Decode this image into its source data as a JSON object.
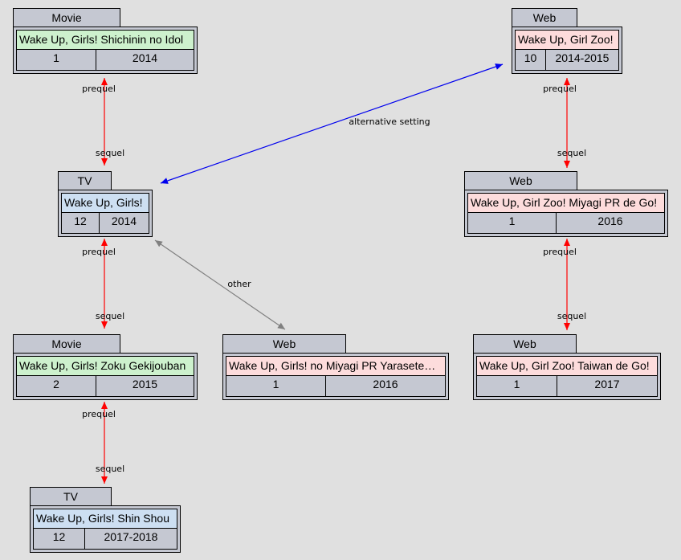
{
  "nodes": {
    "n1": {
      "type": "Movie",
      "title": "Wake Up, Girls! Shichinin no Idol",
      "episodes": "1",
      "year": "2014",
      "color": "#cdf1cd"
    },
    "n2": {
      "type": "Web",
      "title": "Wake Up, Girl Zoo!",
      "episodes": "10",
      "year": "2014-2015",
      "color": "#fddcdc"
    },
    "n3": {
      "type": "TV",
      "title": "Wake Up, Girls!",
      "episodes": "12",
      "year": "2014",
      "color": "#cddff2"
    },
    "n4": {
      "type": "Web",
      "title": "Wake Up, Girl Zoo! Miyagi PR de Go!",
      "episodes": "1",
      "year": "2016",
      "color": "#fddcdc"
    },
    "n5": {
      "type": "Movie",
      "title": "Wake Up, Girls! Zoku Gekijouban",
      "episodes": "2",
      "year": "2015",
      "color": "#cdf1cd"
    },
    "n6": {
      "type": "Web",
      "title": "Wake Up, Girls! no Miyagi PR Yarasete…",
      "episodes": "1",
      "year": "2016",
      "color": "#fddcdc"
    },
    "n7": {
      "type": "Web",
      "title": "Wake Up, Girl Zoo! Taiwan de Go!",
      "episodes": "1",
      "year": "2017",
      "color": "#fddcdc"
    },
    "n8": {
      "type": "TV",
      "title": "Wake Up, Girls! Shin Shou",
      "episodes": "12",
      "year": "2017-2018",
      "color": "#cddff2"
    }
  },
  "edges": [
    {
      "id": "e1",
      "from": "n1",
      "to": "n3",
      "label_from": "prequel",
      "label_to": "sequel",
      "color": "#ff0000"
    },
    {
      "id": "e2",
      "from": "n3",
      "to": "n2",
      "label_mid": "alternative setting",
      "color": "#0000ee"
    },
    {
      "id": "e3",
      "from": "n2",
      "to": "n4",
      "label_from": "prequel",
      "label_to": "sequel",
      "color": "#ff0000"
    },
    {
      "id": "e4",
      "from": "n3",
      "to": "n5",
      "label_from": "prequel",
      "label_to": "sequel",
      "color": "#ff0000"
    },
    {
      "id": "e5",
      "from": "n3",
      "to": "n6",
      "label_mid": "other",
      "color": "#808080"
    },
    {
      "id": "e6",
      "from": "n4",
      "to": "n7",
      "label_from": "prequel",
      "label_to": "sequel",
      "color": "#ff0000"
    },
    {
      "id": "e7",
      "from": "n5",
      "to": "n8",
      "label_from": "prequel",
      "label_to": "sequel",
      "color": "#ff0000"
    }
  ],
  "colors": {
    "background": "#e0e0e0",
    "node_fill": "#c5c8d2"
  }
}
